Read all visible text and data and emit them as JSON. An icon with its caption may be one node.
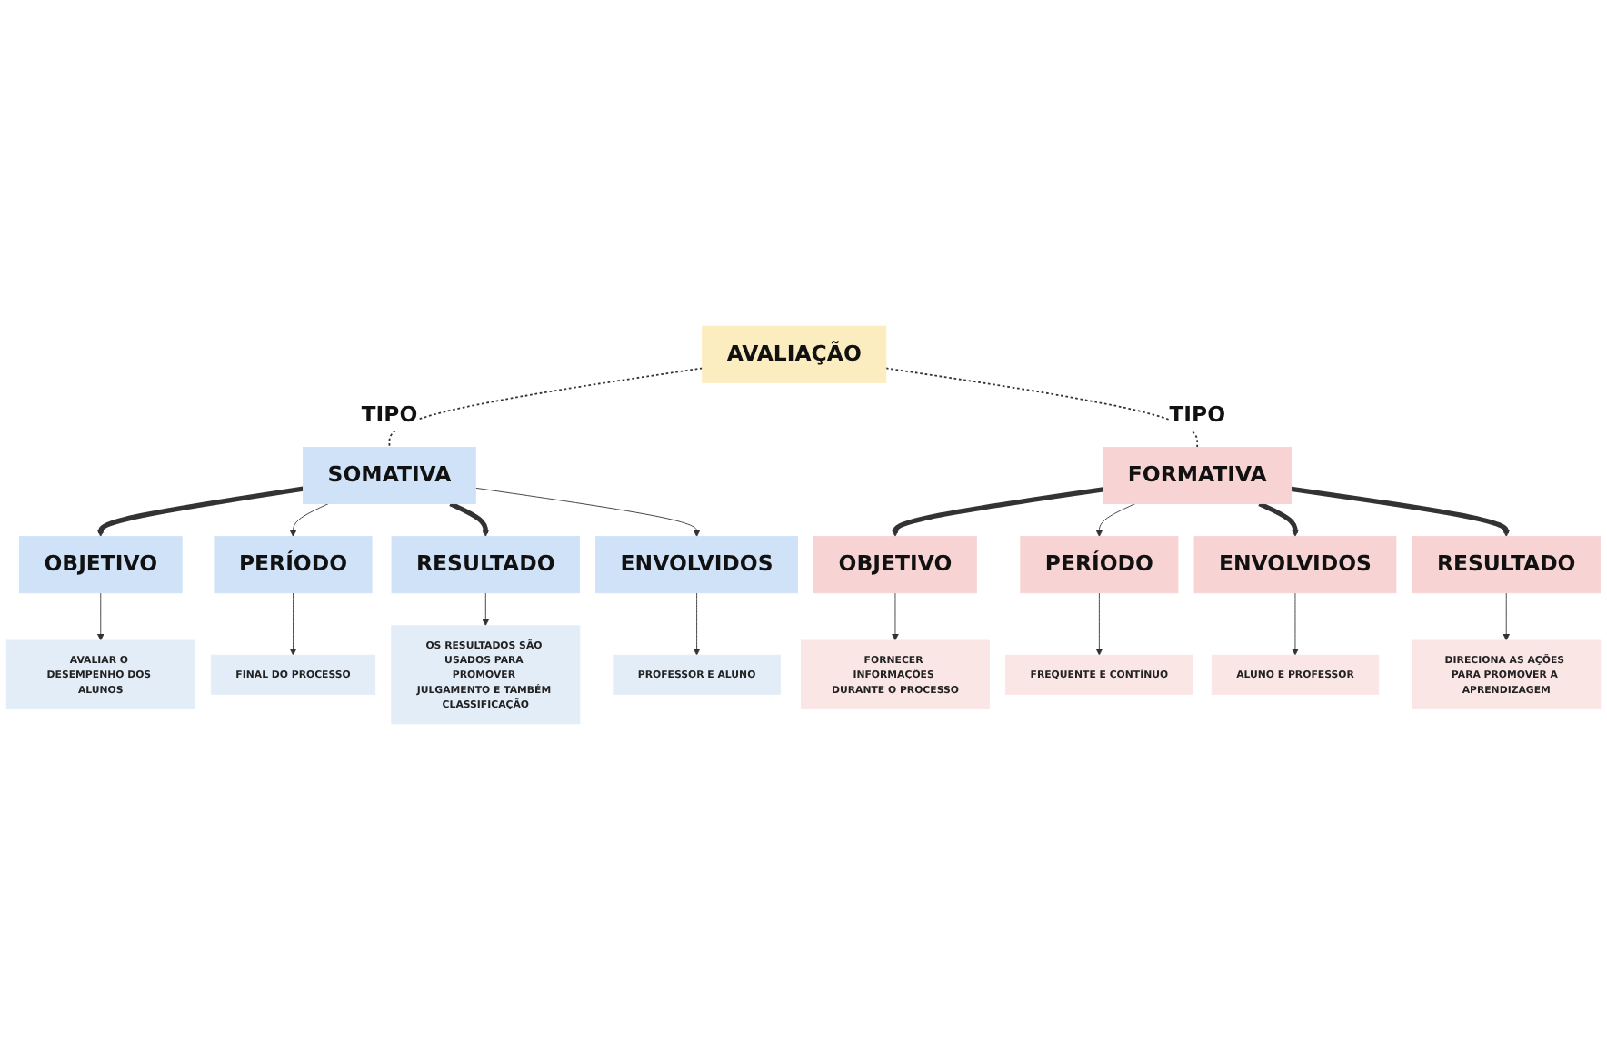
{
  "diagram": {
    "nodes": [
      {
        "text": [
          "AVALIAÇÃO"
        ]
      },
      {
        "text": [
          "OBJETIVO"
        ]
      },
      {
        "text": [
          "AVALIAR O DESEMPENHO DOS ALUNOS"
        ]
      },
      {
        "text": [
          "SOMATIVA"
        ]
      },
      {
        "text": [
          "PERÍODO"
        ]
      },
      {
        "text": [
          "FINAL DO PROCESSO"
        ]
      },
      {
        "text": [
          "RESULTADO"
        ]
      },
      {
        "text": [
          "ENVOLVIDOS"
        ]
      },
      {
        "text": [
          "OS RESULTADOS SÃO USADOS PARA PROMOVER JULGAMENTO E TAMBÉM CLASSIFICAÇÃO"
        ]
      },
      {
        "text": [
          "PROFESSOR E ALUNO"
        ]
      },
      {
        "text": [
          "OBJETIVO"
        ]
      },
      {
        "text": [
          "FORNECER INFORMAÇÕES DURANTE O PROCESSO"
        ]
      },
      {
        "text": [
          "FORMATIVA"
        ]
      },
      {
        "text": [
          "PERÍODO"
        ]
      },
      {
        "text": [
          "FREQUENTE E CONTÍNUO"
        ]
      },
      {
        "text": [
          "ENVOLVIDOS"
        ]
      },
      {
        "text": [
          "RESULTADO"
        ]
      },
      {
        "text": [
          "ALUNO E PROFESSOR"
        ]
      },
      {
        "text": [
          "DIRECIONA AS AÇÕES PARA PROMOVER A APRENDIZAGEM"
        ]
      }
    ],
    "edges": [
      {
        "from": 0,
        "to": 3,
        "arrow": "none",
        "label": "TIPO",
        "style": "dashed"
      },
      {
        "from": 0,
        "to": 12,
        "arrow": "none",
        "label": "TIPO",
        "style": "dashed"
      },
      {
        "from": 3,
        "to": 1,
        "arrow": "to",
        "style": "thick"
      },
      {
        "from": 1,
        "to": 2,
        "arrow": "to"
      },
      {
        "from": 3,
        "to": 4,
        "arrow": "to"
      },
      {
        "from": 4,
        "to": 5,
        "arrow": "to"
      },
      {
        "from": 3,
        "to": 6,
        "arrow": "to",
        "style": "thick"
      },
      {
        "from": 3,
        "to": 7,
        "arrow": "to"
      },
      {
        "from": 6,
        "to": 8,
        "arrow": "to"
      },
      {
        "from": 7,
        "to": 9,
        "arrow": "to"
      },
      {
        "from": 12,
        "to": 10,
        "arrow": "to",
        "style": "thick"
      },
      {
        "from": 10,
        "to": 11,
        "arrow": "to"
      },
      {
        "from": 12,
        "to": 13,
        "arrow": "to"
      },
      {
        "from": 13,
        "to": 14,
        "arrow": "to"
      },
      {
        "from": 12,
        "to": 15,
        "arrow": "to",
        "style": "thick"
      },
      {
        "from": 12,
        "to": 16,
        "arrow": "to",
        "style": "thick"
      },
      {
        "from": 15,
        "to": 17,
        "arrow": "to"
      },
      {
        "from": 16,
        "to": 18,
        "arrow": "to"
      }
    ]
  }
}
